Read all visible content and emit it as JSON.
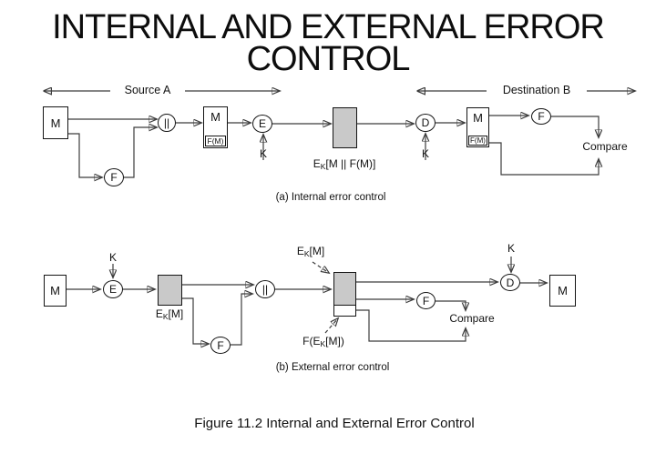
{
  "title": {
    "line1": "INTERNAL AND EXTERNAL ERROR",
    "line2": "CONTROL"
  },
  "region_labels": {
    "source": "Source A",
    "destination": "Destination B"
  },
  "figure_caption": "Figure 11.2 Internal and External Error Control",
  "colors": {
    "line": "#3c3c3c",
    "arrow": "#141414",
    "box_border": "#141414",
    "shaded_box": "#c9c9c9"
  },
  "diagram_a": {
    "caption": "(a) Internal error control",
    "message_box": "M",
    "fcs_func1": "F",
    "concat": "||",
    "composite_top": "M",
    "composite_inner": "F(M)",
    "encrypt": "E",
    "key1": "K",
    "ciphertext_label": {
      "prefix": "E",
      "sub": "K",
      "rest": "[M || F(M)]"
    },
    "decrypt": "D",
    "key2": "K",
    "dest_composite_top": "M",
    "dest_composite_inner": "F(M)",
    "fcs_func2": "F",
    "compare": "Compare"
  },
  "diagram_b": {
    "caption": "(b) External error control",
    "message_box": "M",
    "key1": "K",
    "encrypt": "E",
    "ciphertext_label": {
      "prefix": "E",
      "sub": "K",
      "rest": "[M]"
    },
    "fcs_func1": "F",
    "concat": "||",
    "ek_callout": {
      "prefix": "E",
      "sub": "K",
      "rest": "[M]"
    },
    "fek_callout": {
      "prefix": "F(E",
      "sub": "K",
      "rest": "[M])"
    },
    "key2": "K",
    "decrypt": "D",
    "dest_box": "M",
    "fcs_func2": "F",
    "compare": "Compare"
  }
}
